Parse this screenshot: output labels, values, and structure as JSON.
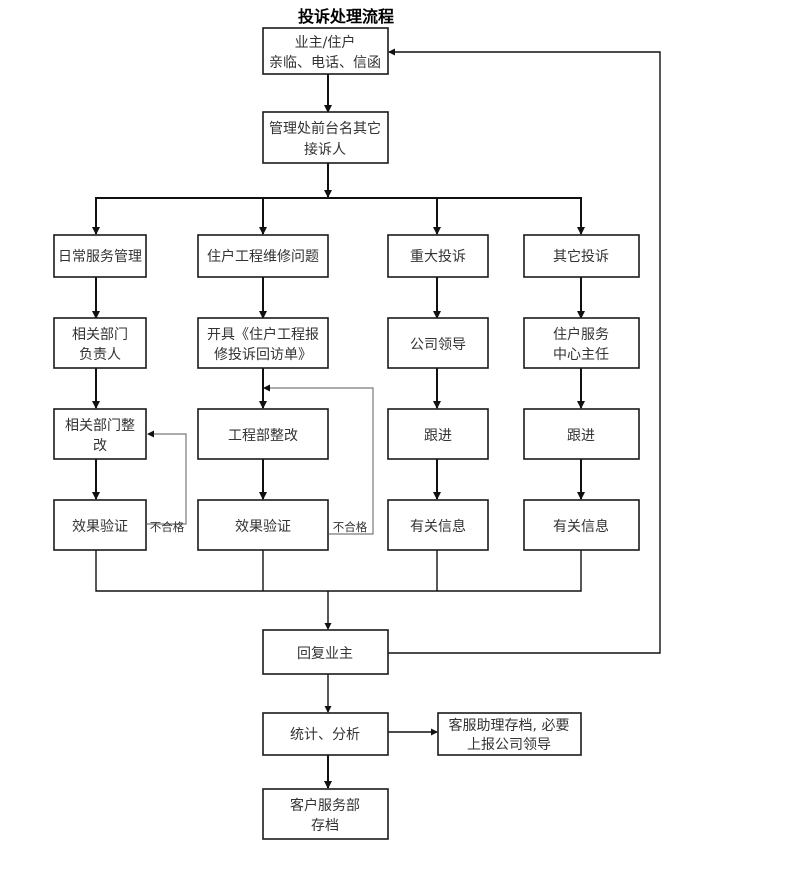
{
  "title": "投诉处理流程",
  "nodes": {
    "source": [
      "业主/住户",
      "亲临、电话、信函"
    ],
    "reception": [
      "管理处前台名其它",
      "接诉人"
    ],
    "cat_daily": [
      "日常服务管理"
    ],
    "cat_engineering": [
      "住户工程维修问题"
    ],
    "cat_major": [
      "重大投诉"
    ],
    "cat_other": [
      "其它投诉"
    ],
    "daily_owner": [
      "相关部门",
      "负责人"
    ],
    "eng_form": [
      "开具《住户工程报",
      "修投诉回访单》"
    ],
    "major_leader": [
      "公司领导"
    ],
    "other_director": [
      "住户服务",
      "中心主任"
    ],
    "daily_fix": [
      "相关部门整",
      "改"
    ],
    "eng_fix": [
      "工程部整改"
    ],
    "major_follow": [
      "跟进"
    ],
    "other_follow": [
      "跟进"
    ],
    "daily_verify": [
      "效果验证"
    ],
    "eng_verify": [
      "效果验证"
    ],
    "major_info": [
      "有关信息"
    ],
    "other_info": [
      "有关信息"
    ],
    "reply": [
      "回复业主"
    ],
    "stats": [
      "统计、分析"
    ],
    "assistant_archive": [
      "客服助理存档, 必要",
      "上报公司领导"
    ],
    "dept_archive": [
      "客户服务部",
      "存档"
    ]
  },
  "edge_labels": {
    "daily_fail": "不合格",
    "eng_fail": "不合格"
  }
}
